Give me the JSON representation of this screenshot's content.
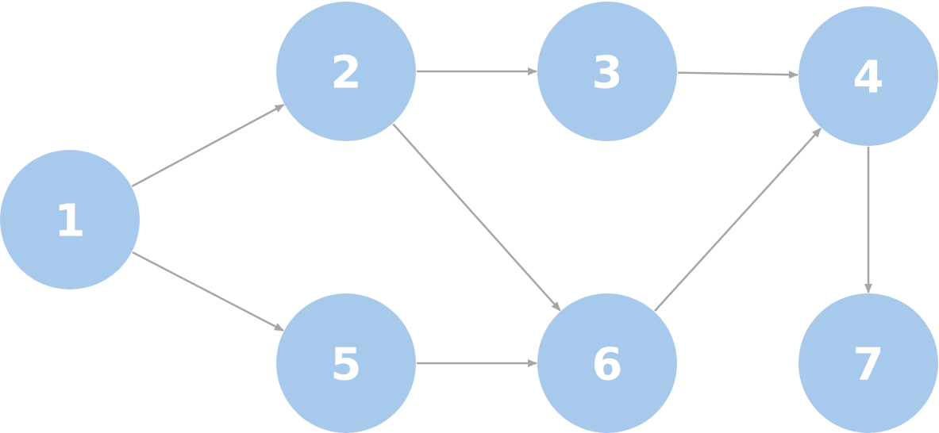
{
  "graph": {
    "colors": {
      "node_fill": "#a7c9eb",
      "node_text": "#ffffff",
      "edge": "#a6a6a6",
      "background": "#ffffff"
    },
    "nodes": [
      {
        "id": "1",
        "label": "1"
      },
      {
        "id": "2",
        "label": "2"
      },
      {
        "id": "3",
        "label": "3"
      },
      {
        "id": "4",
        "label": "4"
      },
      {
        "id": "5",
        "label": "5"
      },
      {
        "id": "6",
        "label": "6"
      },
      {
        "id": "7",
        "label": "7"
      }
    ],
    "edges": [
      {
        "from": "1",
        "to": "2"
      },
      {
        "from": "1",
        "to": "5"
      },
      {
        "from": "2",
        "to": "3"
      },
      {
        "from": "2",
        "to": "6"
      },
      {
        "from": "3",
        "to": "4"
      },
      {
        "from": "5",
        "to": "6"
      },
      {
        "from": "6",
        "to": "4"
      },
      {
        "from": "4",
        "to": "7"
      }
    ]
  }
}
